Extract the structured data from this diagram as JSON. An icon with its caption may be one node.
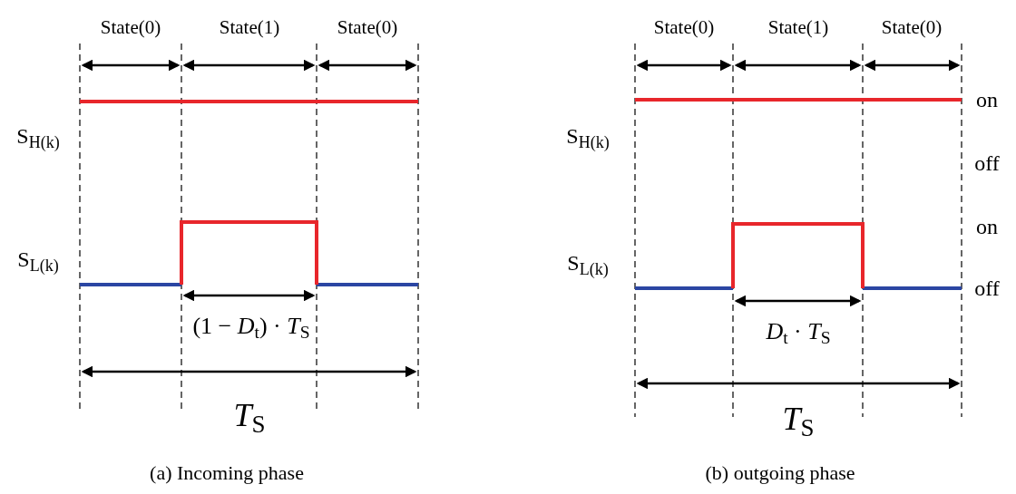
{
  "diagram": {
    "labels": [
      "State(0)",
      "State(1)",
      "State(0)",
      "S$_{H(k)}$",
      "S$_{L(k)}$",
      "(1 − *D*$_{t}$) · *T*$_{S}$",
      "*T*$_{S}$",
      "(a) Incoming phase",
      "State(0)",
      "State(1)",
      "State(0)",
      "on",
      "S$_{H(k)}$",
      "off",
      "on",
      "S$_{L(k)}$",
      "off",
      "*D*$_{t}$ · *T*$_{S}$",
      "*T*$_{S}$",
      "(b) outgoing phase"
    ]
  }
}
